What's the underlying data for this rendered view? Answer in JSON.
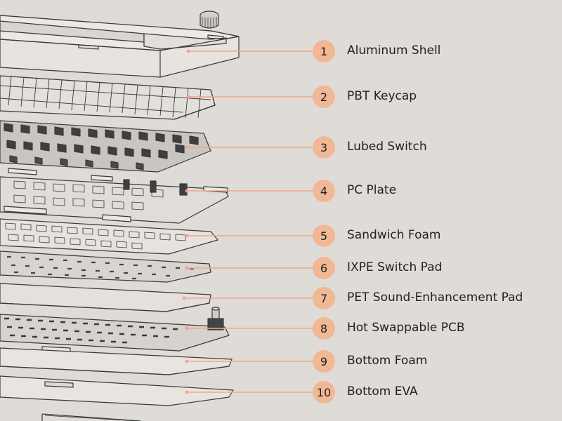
{
  "colors": {
    "background": "#dfdbd7",
    "badge": "#f1b896",
    "leader_line": "#eea88a",
    "line_art": "#3a3a3a",
    "text": "#222222"
  },
  "layers": [
    {
      "number": "1",
      "label": "Aluminum Shell"
    },
    {
      "number": "2",
      "label": "PBT Keycap"
    },
    {
      "number": "3",
      "label": "Lubed Switch"
    },
    {
      "number": "4",
      "label": "PC Plate"
    },
    {
      "number": "5",
      "label": "Sandwich Foam"
    },
    {
      "number": "6",
      "label": "IXPE Switch Pad"
    },
    {
      "number": "7",
      "label": "PET Sound-Enhancement Pad"
    },
    {
      "number": "8",
      "label": "Hot Swappable PCB"
    },
    {
      "number": "9",
      "label": "Bottom Foam"
    },
    {
      "number": "10",
      "label": "Bottom EVA"
    }
  ]
}
